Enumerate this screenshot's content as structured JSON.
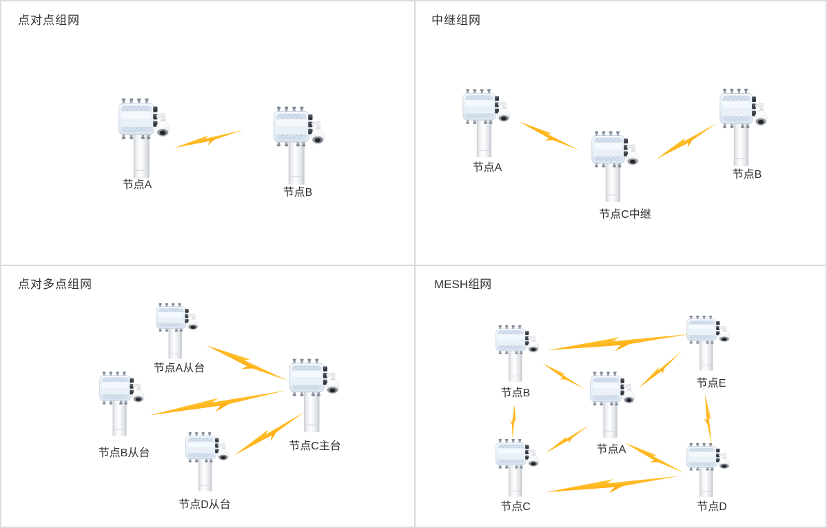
{
  "panels": {
    "p2p": {
      "title": "点对点组网",
      "nodes": {
        "a": {
          "label": "节点A"
        },
        "b": {
          "label": "节点B"
        }
      },
      "links": [
        {
          "from": "节点A",
          "to": "节点B"
        }
      ]
    },
    "relay": {
      "title": "中继组网",
      "nodes": {
        "a": {
          "label": "节点A"
        },
        "c": {
          "label": "节点C中继"
        },
        "b": {
          "label": "节点B"
        }
      },
      "links": [
        {
          "from": "节点A",
          "to": "节点C中继"
        },
        {
          "from": "节点C中继",
          "to": "节点B"
        }
      ]
    },
    "p2mp": {
      "title": "点对多点组网",
      "nodes": {
        "a": {
          "label": "节点A从台"
        },
        "b": {
          "label": "节点B从台"
        },
        "d": {
          "label": "节点D从台"
        },
        "c": {
          "label": "节点C主台"
        }
      },
      "links": [
        {
          "from": "节点A从台",
          "to": "节点C主台"
        },
        {
          "from": "节点B从台",
          "to": "节点C主台"
        },
        {
          "from": "节点D从台",
          "to": "节点C主台"
        }
      ]
    },
    "mesh": {
      "title": "MESH组网",
      "nodes": {
        "b": {
          "label": "节点B"
        },
        "e": {
          "label": "节点E"
        },
        "a": {
          "label": "节点A"
        },
        "c": {
          "label": "节点C"
        },
        "d": {
          "label": "节点D"
        }
      },
      "links": [
        {
          "from": "节点B",
          "to": "节点E"
        },
        {
          "from": "节点B",
          "to": "节点A"
        },
        {
          "from": "节点A",
          "to": "节点E"
        },
        {
          "from": "节点B",
          "to": "节点C"
        },
        {
          "from": "节点E",
          "to": "节点D"
        },
        {
          "from": "节点C",
          "to": "节点A"
        },
        {
          "from": "节点A",
          "to": "节点D"
        },
        {
          "from": "节点C",
          "to": "节点D"
        }
      ]
    }
  },
  "icons": {
    "node_device": "outdoor-radio-unit-with-ptz-dome-camera-on-pole",
    "link": "lightning-bolt"
  },
  "colors": {
    "background": "#FFFFFF",
    "divider": "#D9D9D9",
    "title_text": "#333333",
    "label_text": "#2F2F2F",
    "bolt_gradient_start": "#FFC838",
    "bolt_gradient_end": "#FFA000",
    "device_box_fill": "#EAF1F8",
    "device_panel_fill": "#D3DFEC",
    "pole_fill": "#FFFFFF"
  }
}
